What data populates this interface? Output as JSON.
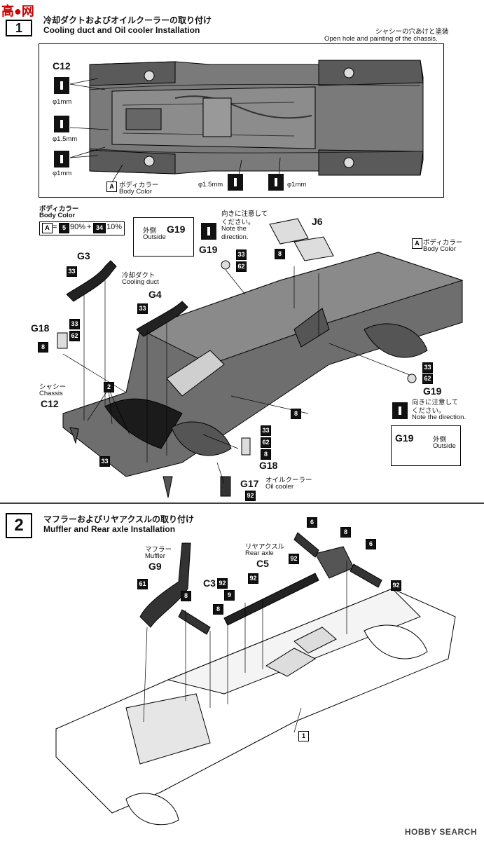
{
  "watermark": {
    "logo": "高●网",
    "footer": "HOBBY SEARCH"
  },
  "step1": {
    "number": "1",
    "title_jp": "冷却ダクトおよびオイルクーラーの取り付け",
    "title_en": "Cooling duct and Oil cooler Installation",
    "note_jp": "シャシーの穴あけと塗装",
    "note_en": "Open hole and painting of the chassis.",
    "chassis_part": "C12",
    "holes_left": [
      "φ1mm",
      "φ1.5mm",
      "φ1mm"
    ],
    "holes_bottom": [
      "φ1.5mm",
      "φ1mm"
    ],
    "body_color_badge": "A",
    "body_color_jp": "ボディカラー",
    "body_color_en": "Body Color",
    "mix_title_jp": "ボディカラー",
    "mix_title_en": "Body Color",
    "mix_a": "A",
    "mix_eq": "=",
    "mix_5": "5",
    "mix_90": "90%",
    "mix_plus": "+",
    "mix_34": "34",
    "mix_10": "10%",
    "outside_jp": "外側",
    "outside_en": "Outside",
    "g19": "G19",
    "g3": "G3",
    "g4": "G4",
    "g18": "G18",
    "g17": "G17",
    "j6": "J6",
    "c12": "C12",
    "duct_jp": "冷却ダクト",
    "duct_en": "Cooling duct",
    "direction_jp_1": "向きに注意して",
    "direction_jp_2": "ください。",
    "direction_en_1": "Note the",
    "direction_en_2": "direction.",
    "direction_en_full": "Note the direction.",
    "chassis_jp": "シャシー",
    "chassis_en": "Chassis",
    "oilcooler_jp": "オイルクーラー",
    "oilcooler_en": "Oil cooler",
    "badges": {
      "b33": "33",
      "b62": "62",
      "b8": "8",
      "b2": "2",
      "b92": "92"
    }
  },
  "step2": {
    "number": "2",
    "title_jp": "マフラーおよびリヤアクスルの取り付け",
    "title_en": "Muffler and Rear axle Installation",
    "muffler_jp": "マフラー",
    "muffler_en": "Muffler",
    "g9": "G9",
    "axle_jp": "リヤアクスル",
    "axle_en": "Rear axle",
    "c5": "C5",
    "c3": "C3",
    "badges": {
      "b61": "61",
      "b92": "92",
      "b8": "8",
      "b9": "9",
      "b6": "6",
      "b1": "1"
    }
  }
}
